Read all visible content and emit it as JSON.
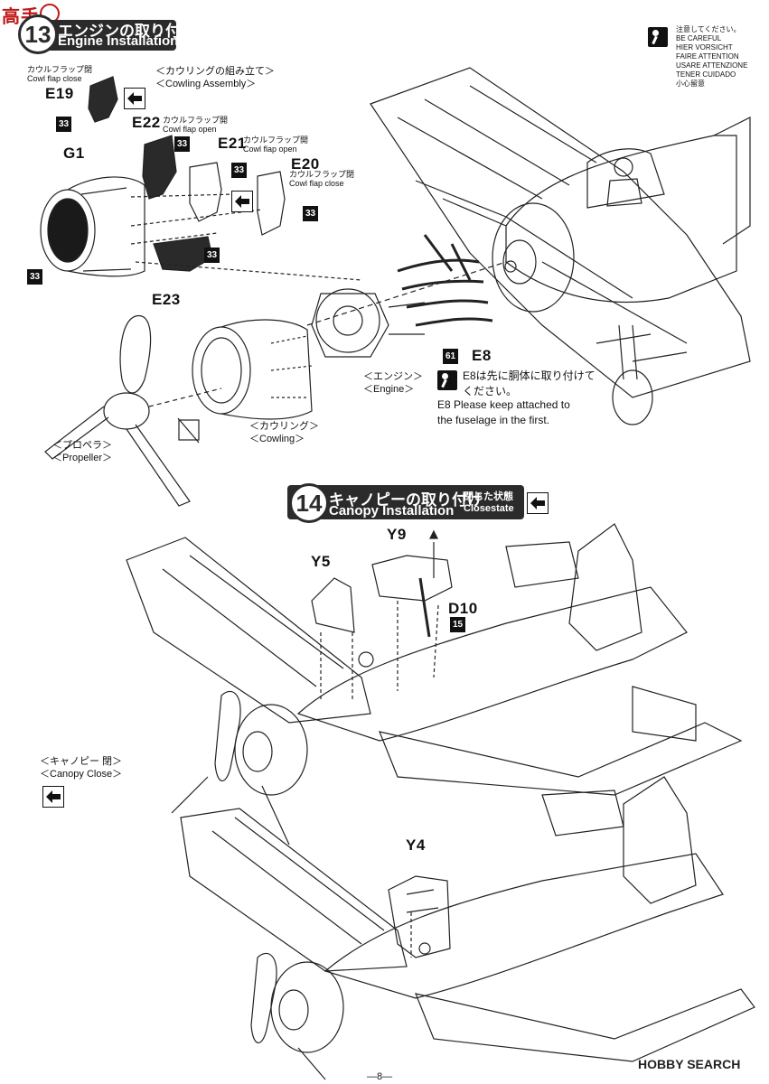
{
  "site_logo_text": "高手",
  "step13": {
    "number": "13",
    "title_jp": "エンジンの取り付け",
    "title_en": "Engine Installation"
  },
  "caution": {
    "lines": [
      "注意してください。",
      "BE CAREFUL",
      "HIER VORSICHT",
      "FAIRE ATTENTION",
      "USARE ATTENZIONE",
      "TENER CUIDADO",
      "小心留意"
    ]
  },
  "cowling_assembly": {
    "jp": "＜カウリングの組み立て＞",
    "en": "＜Cowling Assembly＞"
  },
  "parts": {
    "e19": {
      "code": "E19",
      "jp": "カウルフラップ閉",
      "en": "Cowl flap close"
    },
    "e22": {
      "code": "E22",
      "jp": "カウルフラップ開",
      "en": "Cowl flap open"
    },
    "e21": {
      "code": "E21",
      "jp": "カウルフラップ開",
      "en": "Cowl flap open"
    },
    "e20": {
      "code": "E20",
      "jp": "カウルフラップ閉",
      "en": "Cowl flap close"
    },
    "g1": "G1",
    "e23": "E23",
    "e8": "E8",
    "y5": "Y5",
    "y9": "Y9",
    "d10": "D10",
    "y4": "Y4"
  },
  "badges": {
    "b33": "33",
    "b61": "61",
    "b15": "15"
  },
  "engine_label": {
    "jp": "＜エンジン＞",
    "en": "＜Engine＞"
  },
  "cowling_label": {
    "jp": "＜カウリング＞",
    "en": "＜Cowling＞"
  },
  "propeller_label": {
    "jp": "＜プロペラ＞",
    "en": "＜Propeller＞"
  },
  "e8_note": {
    "jp_line1": "E8は先に胴体に取り付けて",
    "jp_line2": "ください。",
    "en_line1": "E8 Please keep attached to",
    "en_line2": "the fuselage in the first."
  },
  "step14": {
    "number": "14",
    "title_jp": "キャノピーの取り付け",
    "title_en": "Canopy Installation",
    "state_jp": "閉じた状態",
    "state_en": "Closestate"
  },
  "canopy_close_label": {
    "jp": "＜キャノピー 閉＞",
    "en": "＜Canopy Close＞"
  },
  "watermark": "HOBBY SEARCH",
  "page_number": "—8—",
  "icons": [
    "caution-icon",
    "arrow-icon",
    "cement-icon"
  ]
}
